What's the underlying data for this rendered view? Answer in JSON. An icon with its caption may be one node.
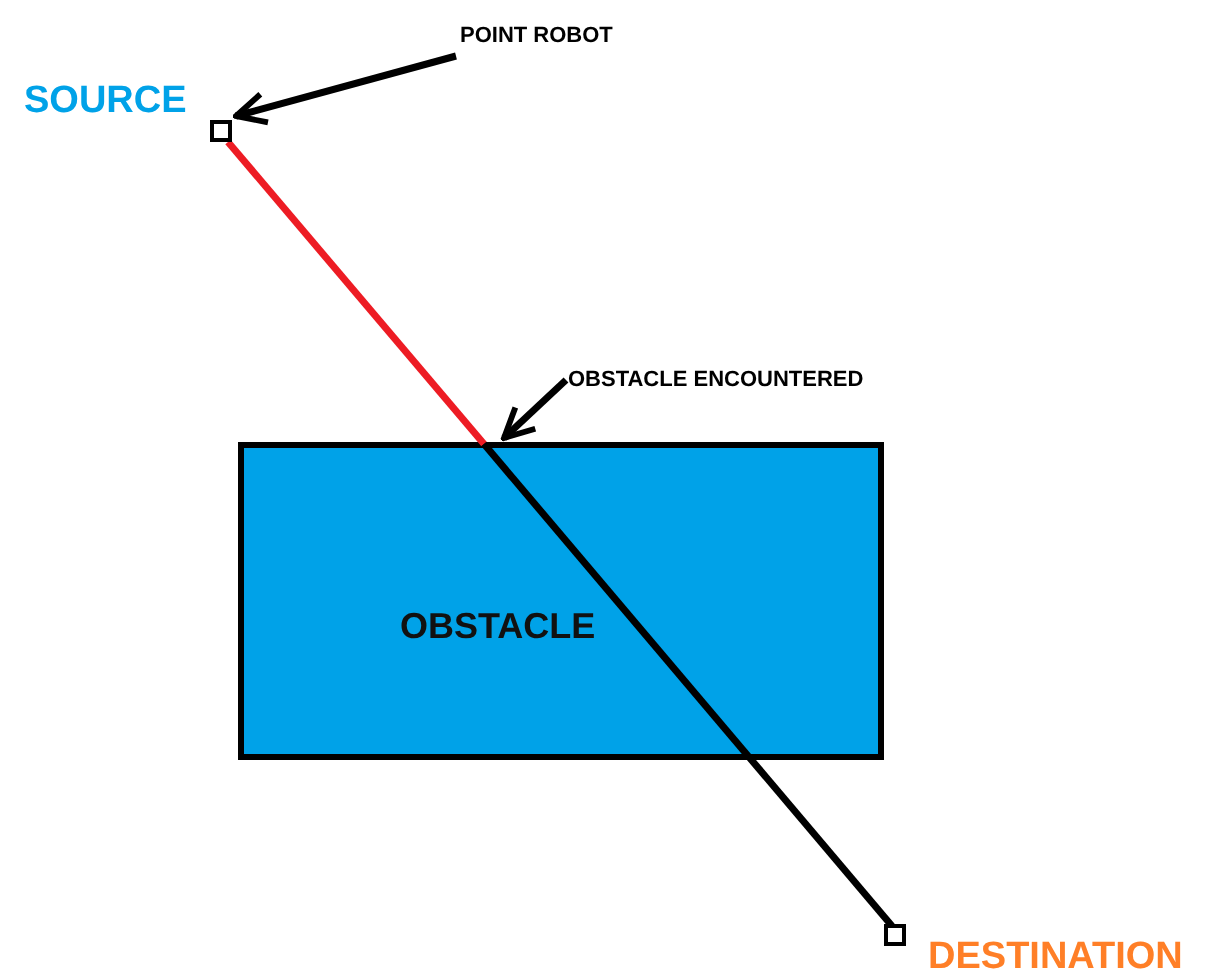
{
  "diagram": {
    "nodes": [
      {
        "text": [],
        "shape": "box",
        "beside": [
          "SOURCE"
        ]
      },
      {
        "text": [
          "POINT ROBOT"
        ]
      },
      {
        "text": [
          "OBSTACLE"
        ]
      },
      {
        "text": [
          "OBSTACLE ENCOUNTERED"
        ]
      },
      {
        "text": [],
        "shape": "box",
        "beside": [
          "DESTINATION"
        ]
      }
    ],
    "edges": [
      {
        "from": 1,
        "to": 0,
        "arrow": "to"
      },
      {
        "from": 0,
        "to": 2,
        "arrow": "none",
        "color": "#ed1c24"
      },
      {
        "from": 2,
        "to": 4,
        "arrow": "none"
      },
      {
        "from": 3,
        "to": 2,
        "arrow": "to"
      }
    ]
  }
}
